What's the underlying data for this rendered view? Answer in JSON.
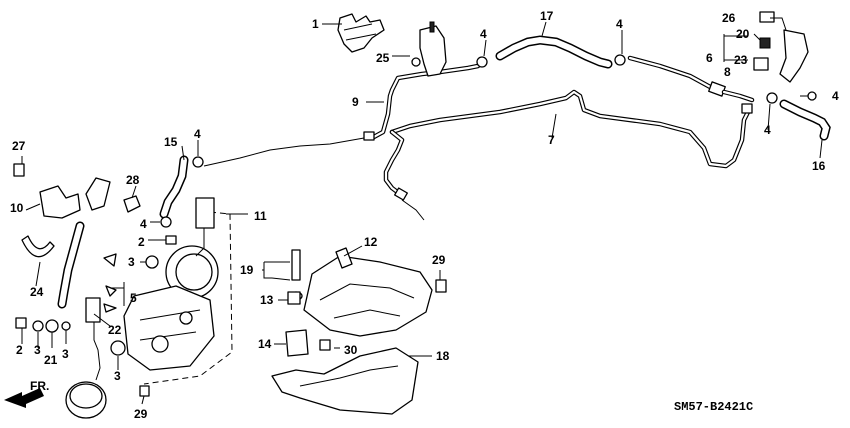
{
  "callouts": {
    "c1": "1",
    "c2a": "2",
    "c2b": "2",
    "c3a": "3",
    "c3b": "3",
    "c3c": "3",
    "c3d": "3",
    "c4a": "4",
    "c4b": "4",
    "c4c": "4",
    "c4d": "4",
    "c4e": "4",
    "c4f": "4",
    "c5": "5",
    "c6": "6",
    "c7": "7",
    "c8": "8",
    "c9": "9",
    "c10": "10",
    "c11": "11",
    "c12": "12",
    "c13": "13",
    "c14": "14",
    "c15": "15",
    "c16": "16",
    "c17": "17",
    "c18": "18",
    "c19": "19",
    "c20": "20",
    "c21": "21",
    "c22": "22",
    "c23": "23",
    "c24": "24",
    "c25": "25",
    "c26": "26",
    "c27": "27",
    "c28": "28",
    "c29a": "29",
    "c29b": "29",
    "c30": "30"
  },
  "direction_label": "FR.",
  "diagram_code": "SM57-B2421C"
}
